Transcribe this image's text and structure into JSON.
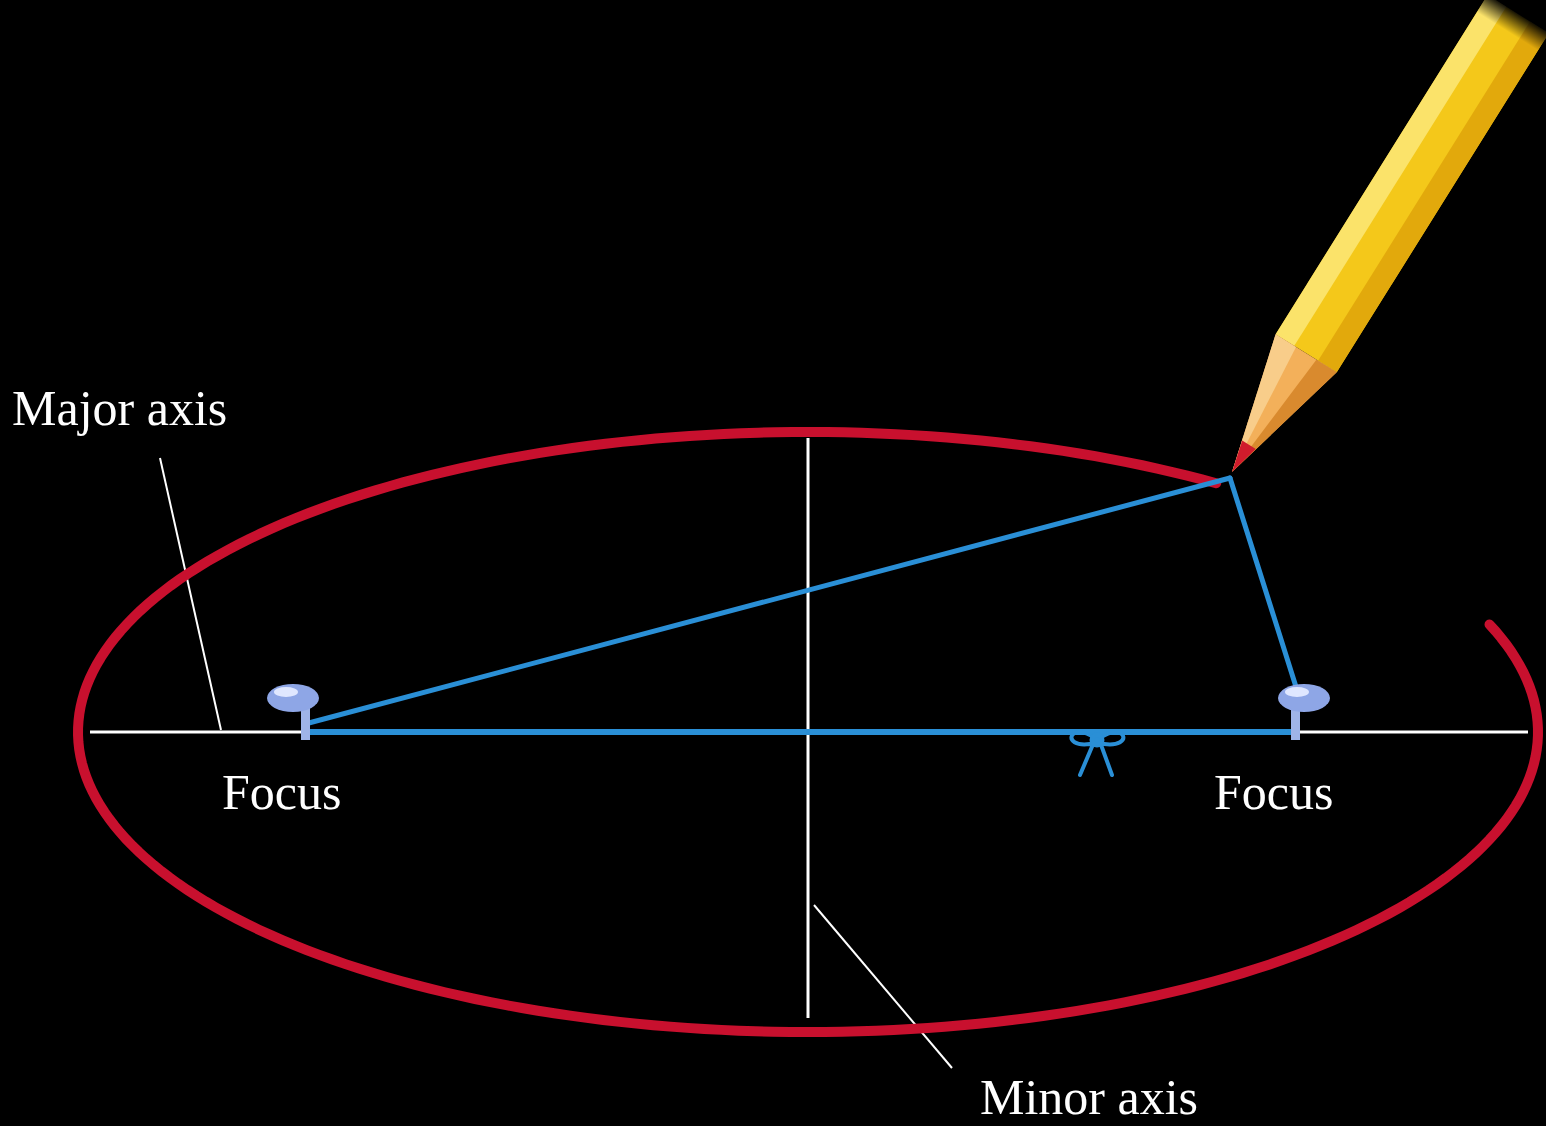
{
  "diagram": {
    "labels": [
      "Major axis",
      "Focus",
      "Focus",
      "Minor axis"
    ]
  }
}
